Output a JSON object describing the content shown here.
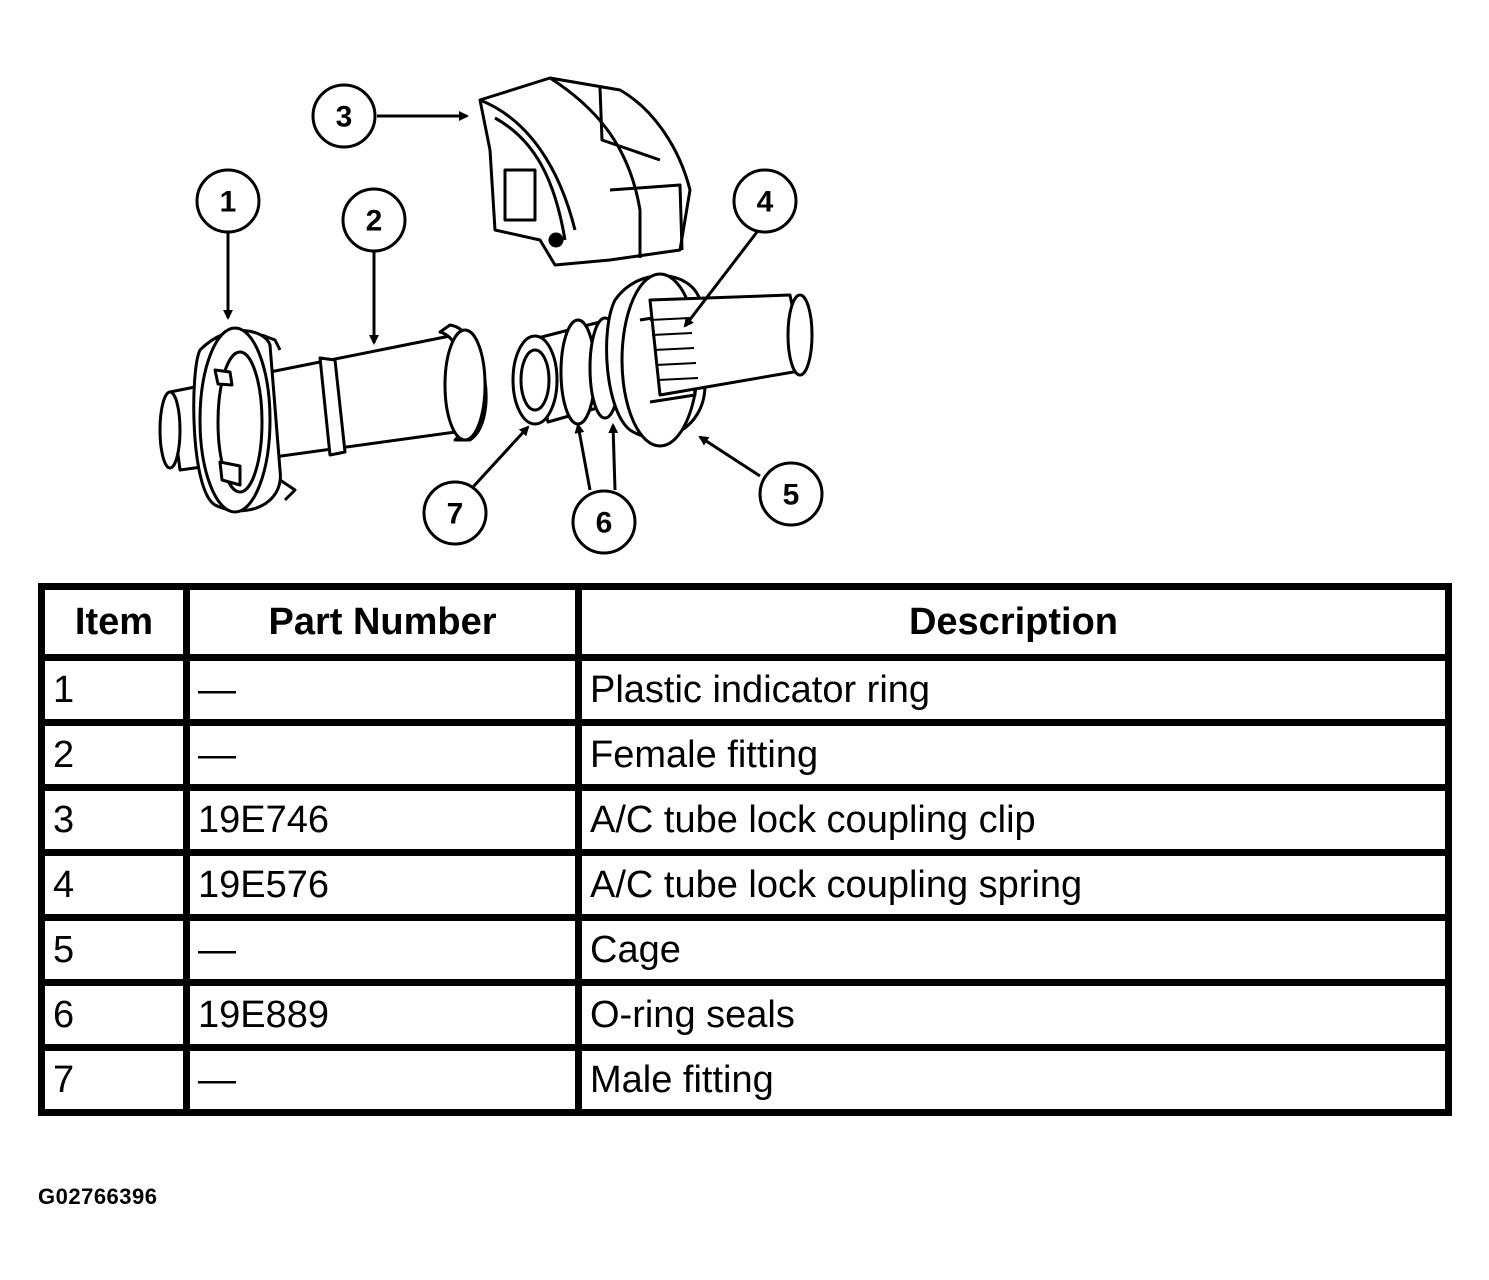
{
  "callouts": [
    "1",
    "2",
    "3",
    "4",
    "5",
    "6",
    "7"
  ],
  "table": {
    "headers": [
      "Item",
      "Part Number",
      "Description"
    ],
    "rows": [
      {
        "item": "1",
        "part": "—",
        "desc": "Plastic indicator ring"
      },
      {
        "item": "2",
        "part": "—",
        "desc": "Female fitting"
      },
      {
        "item": "3",
        "part": "19E746",
        "desc": "A/C tube lock coupling clip"
      },
      {
        "item": "4",
        "part": "19E576",
        "desc": "A/C tube lock coupling spring"
      },
      {
        "item": "5",
        "part": "—",
        "desc": "Cage"
      },
      {
        "item": "6",
        "part": "19E889",
        "desc": "O-ring seals"
      },
      {
        "item": "7",
        "part": "—",
        "desc": "Male fitting"
      }
    ]
  },
  "figure_code": "G02766396"
}
